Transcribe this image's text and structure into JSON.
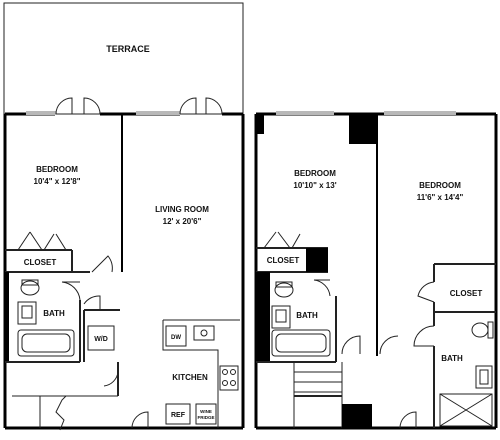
{
  "unit_left": {
    "terrace": "TERRACE",
    "bedroom_name": "BEDROOM",
    "bedroom_size": "10'4\" x 12'8\"",
    "living_name": "LIVING ROOM",
    "living_size": "12' x 20'6\"",
    "closet": "CLOSET",
    "bath": "BATH",
    "wd": "W/D",
    "dw": "DW",
    "kitchen": "KITCHEN",
    "ref": "REF",
    "wine_line1": "WINE",
    "wine_line2": "FRIDGE"
  },
  "unit_right": {
    "bedroom1_name": "BEDROOM",
    "bedroom1_size": "10'10\" x 13'",
    "bedroom2_name": "BEDROOM",
    "bedroom2_size": "11'6\" x 14'4\"",
    "closet1": "CLOSET",
    "closet2": "CLOSET",
    "bath1": "BATH",
    "bath2": "BATH"
  },
  "colors": {
    "wall": "#000000",
    "line": "#222222",
    "window": "#b8b8b8",
    "background": "#ffffff"
  }
}
